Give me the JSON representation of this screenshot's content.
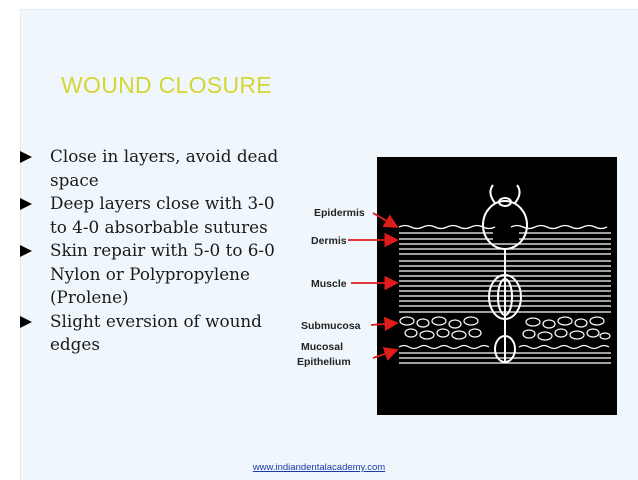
{
  "slide": {
    "title": "WOUND CLOSURE",
    "bullets": [
      "Close in layers, avoid dead space",
      "Deep layers close with 3-0 to 4-0 absorbable sutures",
      "Skin repair with 5-0 to 6-0 Nylon or Polypropylene (Prolene)",
      "Slight eversion of wound edges"
    ]
  },
  "figure": {
    "labels": {
      "epidermis": "Epidermis",
      "dermis": "Dermis",
      "muscle": "Muscle",
      "submucosa": "Submucosa",
      "mucosal": "Mucosal",
      "epithelium": "Epithelium"
    },
    "arrow_color": "#e01b1b"
  },
  "footer": {
    "url": "www.indiandentalacademy.com"
  },
  "colors": {
    "title": "#d5d535",
    "background": "#f0f7fc",
    "footer_link": "#1a3aa6"
  }
}
